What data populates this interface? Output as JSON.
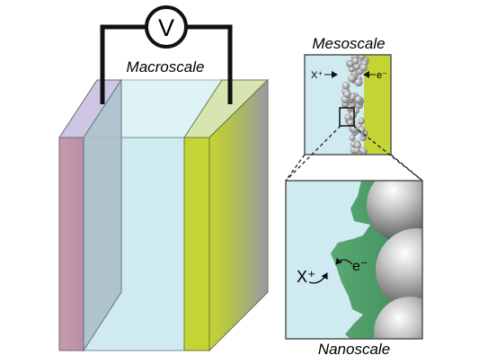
{
  "labels": {
    "macroscale": "Macroscale",
    "mesoscale": "Mesoscale",
    "nanoscale": "Nanoscale",
    "voltmeter": "V",
    "cation_meso": "X⁺",
    "electron_meso": "e⁻",
    "cation_nano": "X⁺",
    "electron_nano": "e⁻"
  },
  "colors": {
    "electrolyte": "#cfeaf0",
    "pink_electrode": "#c99aae",
    "lavender_top": "#cfc6e4",
    "green_electrode": "#c4d434",
    "green_top": "#cfe0a4",
    "gray_side": "#9aa0a4",
    "film": "#4fa06a",
    "particle": "#b0b0b0",
    "frame": "#666666",
    "wire": "#111111"
  }
}
